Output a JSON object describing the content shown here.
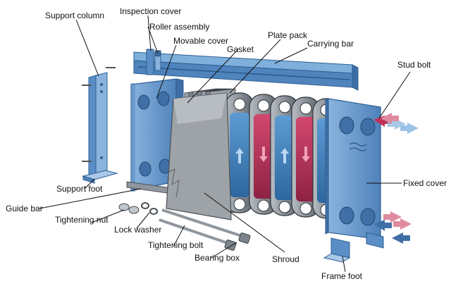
{
  "diagram": {
    "labels": {
      "support_column": "Support column",
      "inspection_cover": "Inspection cover",
      "roller_assembly": "Roller assembly",
      "movable_cover": "Movable cover",
      "gasket": "Gasket",
      "plate_pack": "Plate pack",
      "carrying_bar": "Carrying bar",
      "stud_bolt": "Stud bolt",
      "fixed_cover": "Fixed cover",
      "support_foot": "Support foot",
      "guide_bar": "Guide bar",
      "tightening_nut": "Tightening nut",
      "lock_washer": "Lock washer",
      "tightening_bolt": "Tightening bolt",
      "bearing_box": "Bearing box",
      "shroud": "Shroud",
      "frame_foot": "Frame foot"
    },
    "colors": {
      "frame_blue": "#6f9fd0",
      "frame_blue_dark": "#3f6fa6",
      "frame_blue_light": "#a9c8e8",
      "hot_red": "#c0305a",
      "cold_blue": "#3f86c4",
      "steel_grey": "#8f969d",
      "steel_dark": "#4b5157",
      "arrow_pink": "#e08aa0",
      "arrow_light_blue": "#9cc3e6"
    }
  }
}
